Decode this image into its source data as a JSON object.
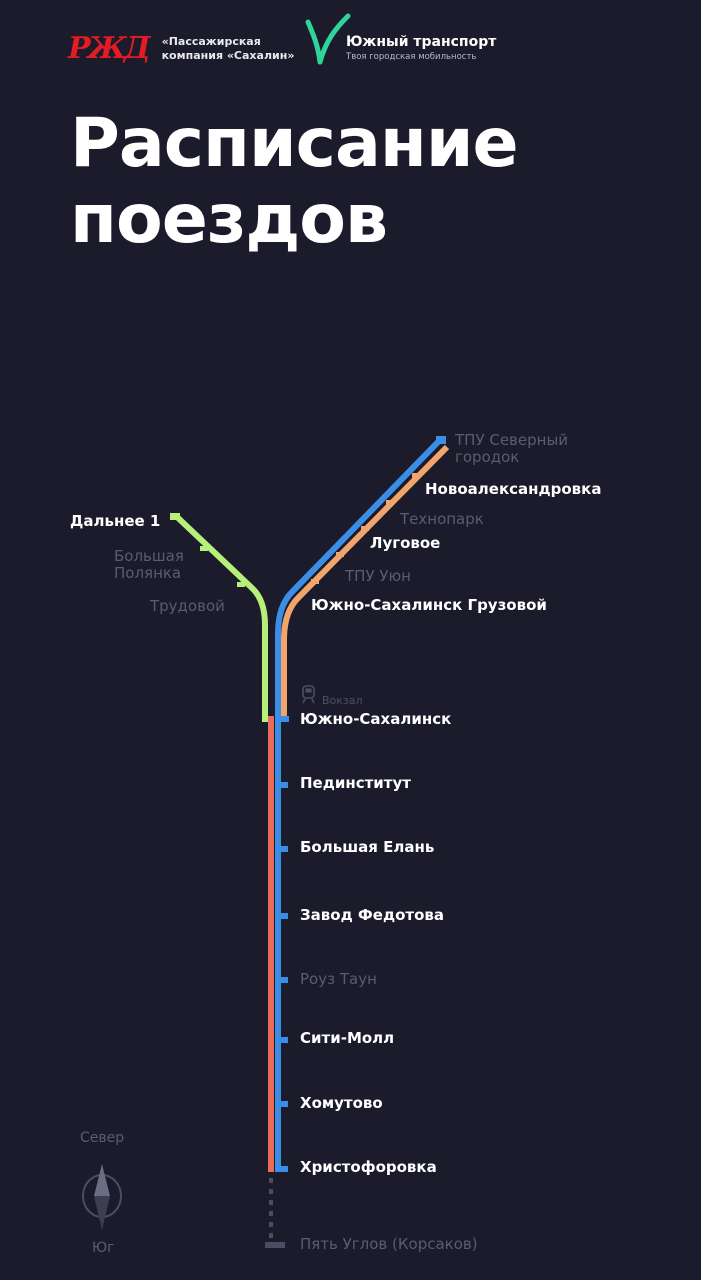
{
  "header": {
    "rzd_logo": "РЖД",
    "rzd_line1": "«Пассажирская",
    "rzd_line2": "компания «Сахалин»",
    "south_name": "Южный транспорт",
    "south_slogan": "Твоя городская мобильность"
  },
  "title": "Расписание\nпоездов",
  "colors": {
    "background": "#1b1b2b",
    "line_green": "#b6f07a",
    "line_blue": "#3b8ee6",
    "line_orange": "#f2a56a",
    "line_red": "#ea6a5c",
    "line_gray": "#4b4d62"
  },
  "map": {
    "vokzal_label": "Вокзал",
    "vokzal_icon": "train-icon",
    "green_branch": [
      {
        "label": "Дальнее 1",
        "active": true
      },
      {
        "label": "Большая\nПолянка",
        "active": false
      },
      {
        "label": "Трудовой",
        "active": false
      }
    ],
    "blue_branch": [
      {
        "label": "ТПУ Северный\nгородок",
        "active": false
      },
      {
        "label": "Новоалександровка",
        "active": true
      },
      {
        "label": "Технопарк",
        "active": false
      },
      {
        "label": "Луговое",
        "active": true
      },
      {
        "label": "ТПУ Уюн",
        "active": false
      },
      {
        "label": "Южно-Сахалинск Грузовой",
        "active": true
      }
    ],
    "trunk": [
      {
        "label": "Южно-Сахалинск",
        "active": true
      },
      {
        "label": "Пединститут",
        "active": true
      },
      {
        "label": "Большая Елань",
        "active": true
      },
      {
        "label": "Завод Федотова",
        "active": true
      },
      {
        "label": "Роуз Таун",
        "active": false
      },
      {
        "label": "Сити-Молл",
        "active": true
      },
      {
        "label": "Хомутово",
        "active": true
      },
      {
        "label": "Христофоровка",
        "active": true
      }
    ],
    "terminal": {
      "label": "Пять Углов (Корсаков)",
      "active": false
    }
  },
  "compass": {
    "north": "Север",
    "south": "Юг"
  }
}
